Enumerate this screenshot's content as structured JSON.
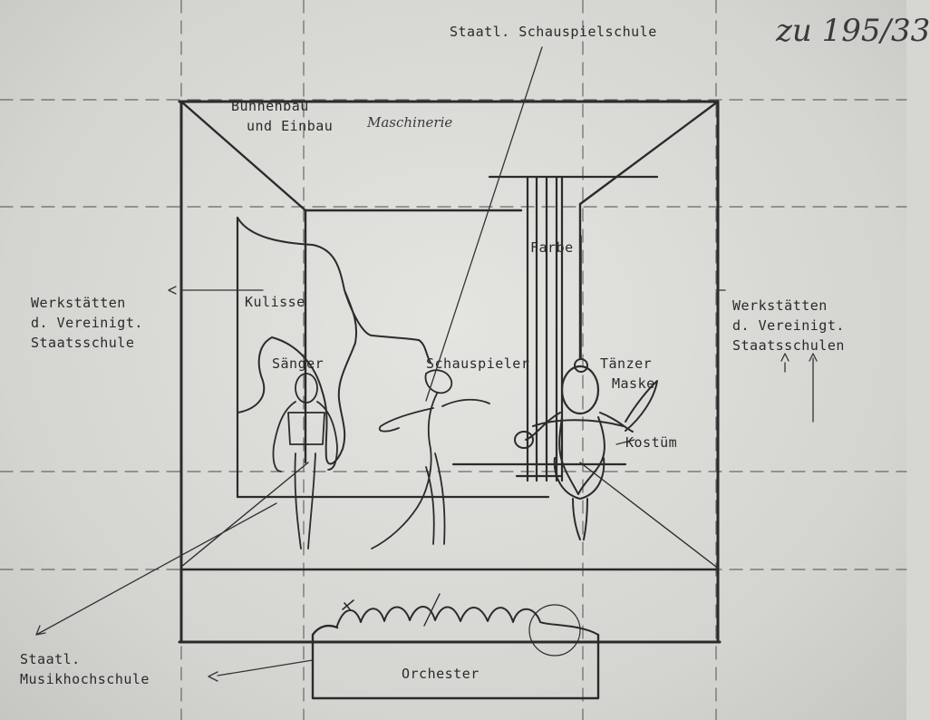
{
  "archive_note": "zu 195/33",
  "labels": {
    "top": "Staatl. Schauspielschule",
    "buehnenbau_line1": "Bühnenbau",
    "buehnenbau_line2": "und Einbau",
    "buehnenbau_note": "Maschinerie",
    "farbe": "Farbe",
    "kulisse": "Kulisse",
    "saenger": "Sänger",
    "schauspieler": "Schauspieler",
    "taenzer": "Tänzer",
    "maske": "Maske",
    "kostuem": "Kostüm",
    "orchester": "Orchester"
  },
  "left_workshop": [
    "Werkstätten",
    "d. Vereinigt.",
    "Staatsschule"
  ],
  "right_workshop": [
    "Werkstätten",
    "d. Vereinigt.",
    "Staatsschulen"
  ],
  "music_school": [
    "Staatl.",
    "Musikhochschule"
  ],
  "colors": {
    "paper": "#d6d6d2",
    "ink": "#2a2a2a",
    "pencil": "#3a3a3a"
  }
}
